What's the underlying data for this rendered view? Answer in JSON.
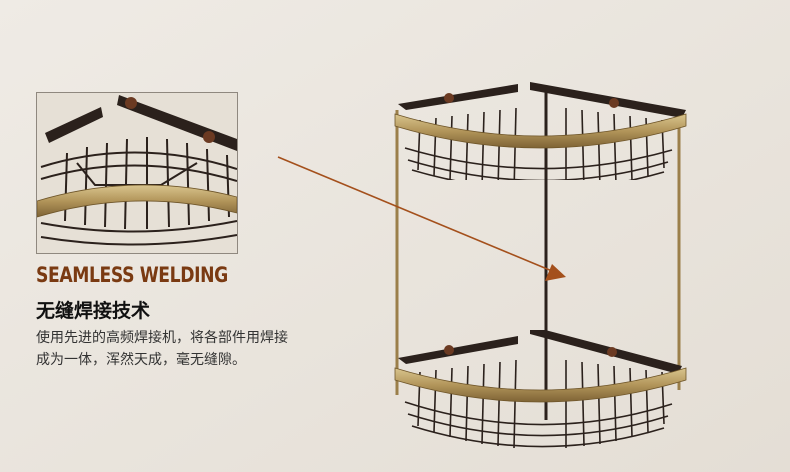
{
  "feature": {
    "heading": "SEAMLESS WELDING",
    "subheading": "无缝焊接技术",
    "description": "使用先进的高频焊接机，将各部件用焊接成为一体，浑然天成，毫无缝隙。"
  },
  "colors": {
    "background": "#ebe6df",
    "heading_accent": "#7a3a12",
    "pointer_arrow": "#a4501c",
    "brass": "#b59a5c",
    "dark_bronze": "#2b211c"
  }
}
